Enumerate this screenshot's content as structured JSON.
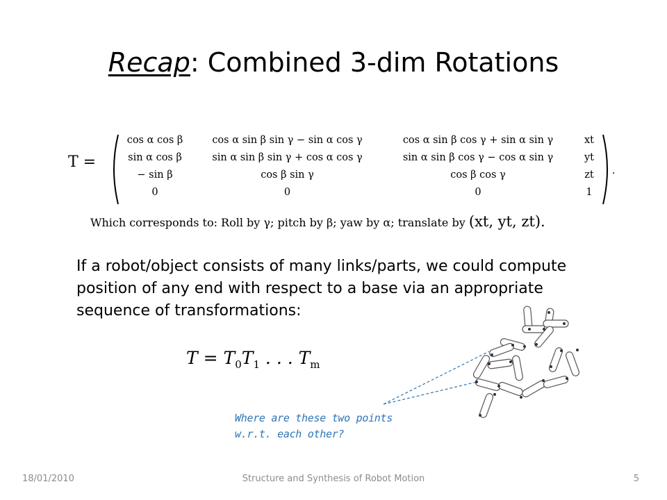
{
  "title": {
    "em": "Recap",
    "rest": ": Combined 3-dim Rotations"
  },
  "matrix_equation": {
    "lhs": "T =",
    "rows": [
      [
        "cos α cos β",
        "cos α sin β sin γ − sin α cos γ",
        "cos α sin β cos γ + sin α sin γ",
        "xt"
      ],
      [
        "sin α cos β",
        "sin α sin β sin γ + cos α cos γ",
        "sin α sin β cos γ − cos α sin γ",
        "yt"
      ],
      [
        "− sin β",
        "cos β sin γ",
        "cos β cos γ",
        "zt"
      ],
      [
        "0",
        "0",
        "0",
        "1"
      ]
    ],
    "trailing": "."
  },
  "corresponds": {
    "text": "Which corresponds to: Roll by γ; pitch by β; yaw by α; translate by",
    "tuple": "(xt, yt, zt)."
  },
  "body": "If a robot/object consists of many links/parts, we could compute position of any end with respect to a base via an appropriate sequence of transformations:",
  "product_equation": {
    "lhs": "T = T",
    "sub0": "0",
    "mid": "T",
    "sub1": "1",
    "dots": " . . . T",
    "subm": "m"
  },
  "annotation": {
    "line1": "Where are these two points",
    "line2": "w.r.t. each other?"
  },
  "footer": {
    "date": "18/01/2010",
    "center": "Structure and Synthesis of Robot Motion",
    "page": "5"
  },
  "colors": {
    "annotation": "#2e74b5",
    "footer": "#8c8c8c"
  }
}
